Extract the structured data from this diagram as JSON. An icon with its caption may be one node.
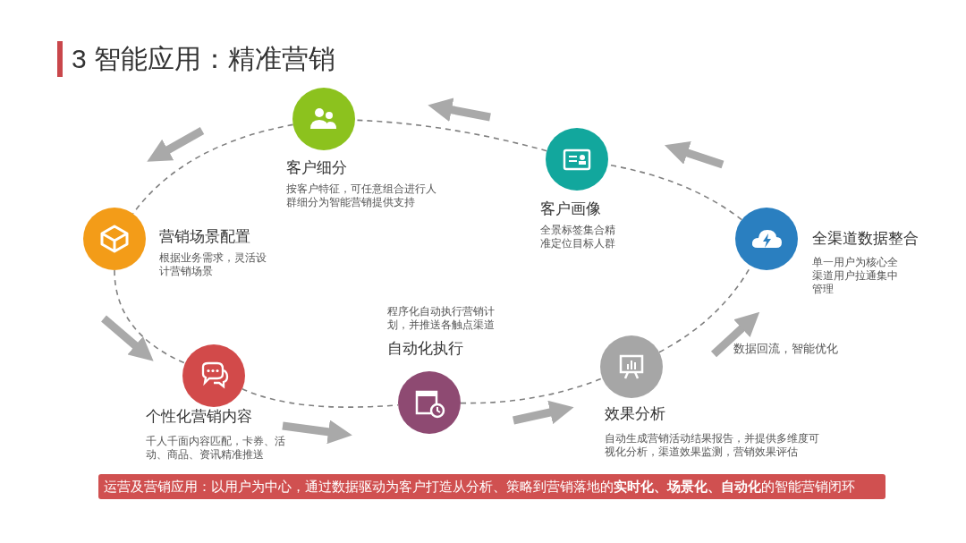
{
  "diagram": {
    "title": "3 智能应用：精准营销",
    "nodes": [
      {
        "text": [
          "客户细分",
          "按客户特征，可任意组合进行人群细分为智能营销提供支持"
        ]
      },
      {
        "text": [
          "客户画像",
          "全景标签集合精准定位目标人群"
        ]
      },
      {
        "text": [
          "营销场景配置",
          "根据业务需求，灵活设计营销场景"
        ]
      },
      {
        "text": [
          "全渠道数据整合",
          "单一用户为核心全渠道用户拉通集中管理"
        ]
      },
      {
        "text": [
          "程序化自动执行营销计划，并推送各触点渠道",
          "自动化执行"
        ]
      },
      {
        "text": [
          "个性化营销内容",
          "千人千面内容匹配，卡券、活动、商品、资讯精准推送"
        ]
      },
      {
        "text": [
          "效果分析",
          "自动生成营销活动结果报告，并提供多维度可视化分析，渠道效果监测，营销效果评估"
        ]
      },
      {
        "text": [
          "运营及营销应用：以用户为中心，通过数据驱动为客户打造从分析、策略到营销落地的**实时化、场景化、自动化**的智能营销闭环"
        ]
      }
    ],
    "edges": [
      {
        "from": 3,
        "to": 1,
        "arrow": "none",
        "style": "dashed"
      },
      {
        "from": 1,
        "to": 0,
        "arrow": "none",
        "style": "dashed"
      },
      {
        "from": 0,
        "to": 2,
        "arrow": "none",
        "style": "dashed"
      },
      {
        "from": 2,
        "to": 5,
        "arrow": "none",
        "style": "dashed"
      },
      {
        "from": 5,
        "to": 4,
        "arrow": "none",
        "style": "dashed"
      },
      {
        "from": 4,
        "to": 6,
        "arrow": "none",
        "style": "dashed"
      },
      {
        "from": 6,
        "to": 3,
        "arrow": "none",
        "style": "dashed"
      }
    ],
    "labels": [
      "数据回流，智能优化"
    ]
  }
}
